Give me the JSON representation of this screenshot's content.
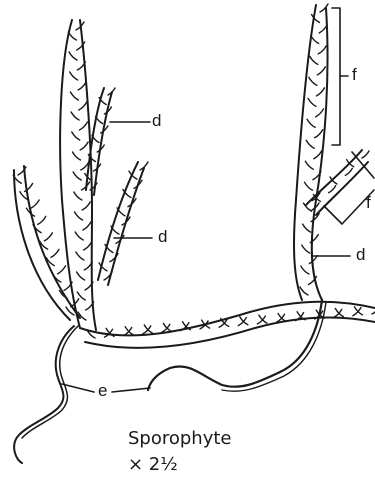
{
  "labels": {
    "d_upper": "d",
    "d_left": "d",
    "d_right": "d",
    "e": "e",
    "f_top": "f",
    "f_side": "f"
  },
  "caption": {
    "title": "Sporophyte",
    "scale": "× 2½"
  },
  "colors": {
    "ink": "#1a1a1a",
    "background": "#ffffff"
  }
}
